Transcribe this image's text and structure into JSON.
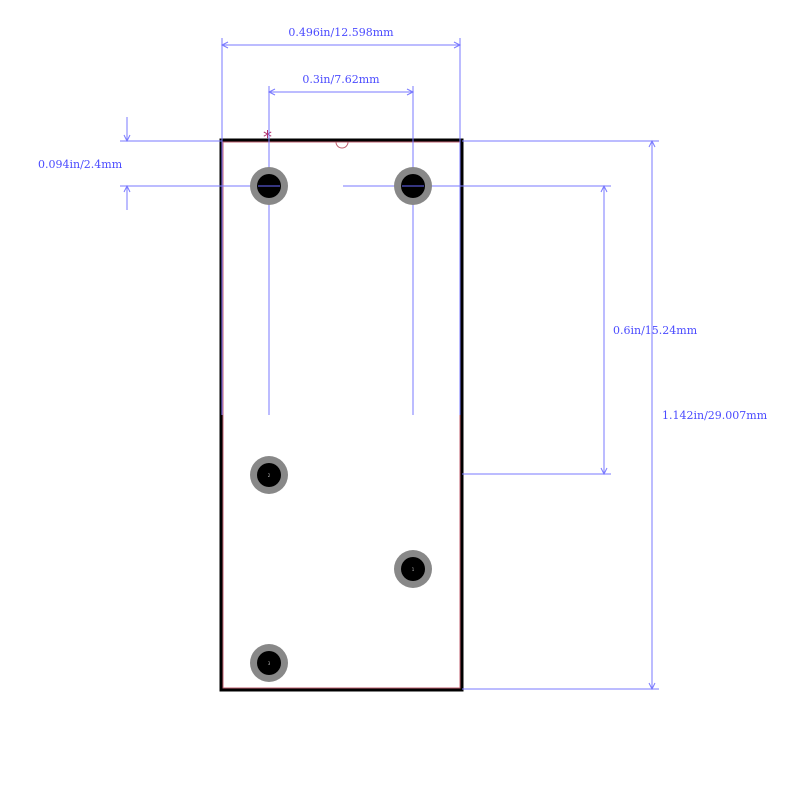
{
  "dimensions": {
    "overall_width": "0.496in/12.598mm",
    "pin_pitch_x": "0.3in/7.62mm",
    "top_offset": "0.094in/2.4mm",
    "pin_pitch_y": "0.6in/15.24mm",
    "overall_height": "1.142in/29.007mm"
  },
  "pin1_marker": "*",
  "pads": [
    {
      "label": ""
    },
    {
      "label": ""
    },
    {
      "label": "2"
    },
    {
      "label": "1"
    },
    {
      "label": "3"
    }
  ],
  "colors": {
    "dimension": "#4b4bff",
    "outline": "#000000",
    "pad_ring": "#888888",
    "pad_hole": "#000000",
    "pin1_marker": "#b0306a"
  }
}
